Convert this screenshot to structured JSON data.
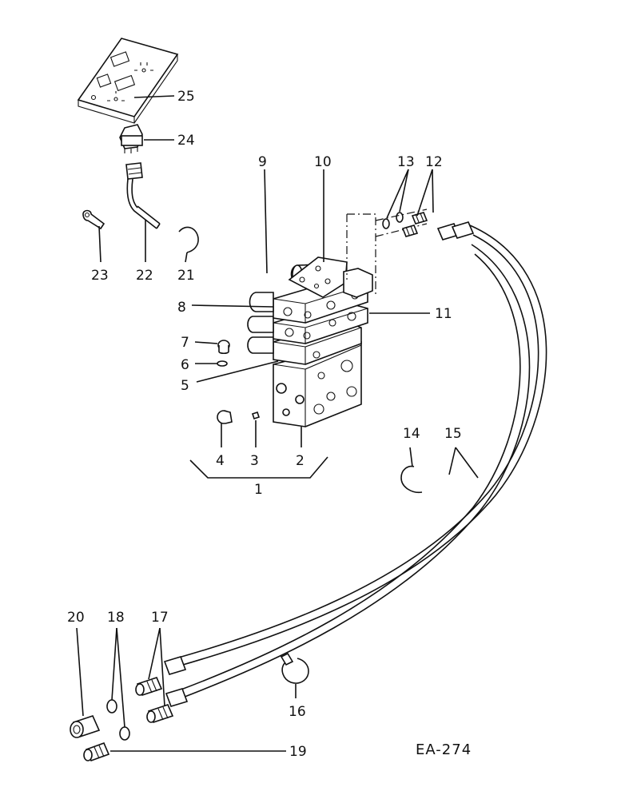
{
  "labels": {
    "n1": "1",
    "n2": "2",
    "n3": "3",
    "n4": "4",
    "n5": "5",
    "n6": "6",
    "n7": "7",
    "n8": "8",
    "n9": "9",
    "n10": "10",
    "n11": "11",
    "n12": "12",
    "n13": "13",
    "n14": "14",
    "n15": "15",
    "n16": "16",
    "n17": "17",
    "n18": "18",
    "n19": "19",
    "n20": "20",
    "n21": "21",
    "n22": "22",
    "n23": "23",
    "n24": "24",
    "n25": "25"
  },
  "drawing_code": "EA-274"
}
